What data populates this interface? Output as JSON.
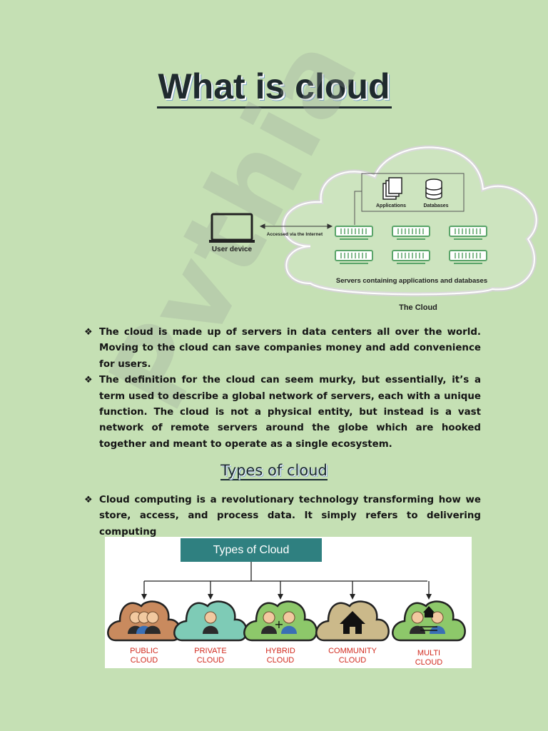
{
  "page": {
    "title": "What is cloud",
    "watermark": "Pvthia"
  },
  "cloud_diagram": {
    "user_device_label": "User device",
    "link_label": "Accessed via the Internet",
    "applications_label": "Applications",
    "databases_label": "Databases",
    "servers_label": "Servers containing applications and databases",
    "caption": "The Cloud"
  },
  "bullets_intro": [
    "The cloud is made up of servers in data centers all over the world. Moving to the cloud can save companies money and add convenience for users.",
    "The definition for the cloud can seem murky, but essentially, it’s a term used to describe a global network of servers, each with a unique function. The cloud is not a physical entity, but instead is a vast network of remote servers around the globe which are hooked together and meant to operate as a single ecosystem."
  ],
  "types_section": {
    "subtitle": "Types of cloud",
    "bullet": "Cloud computing is a revolutionary technology transforming how we store, access, and process data. It simply refers to delivering computing"
  },
  "types_diagram": {
    "header": "Types of Cloud",
    "types": [
      {
        "label": "PUBLIC CLOUD",
        "color": "#c98a5e",
        "icon": "people-group-icon"
      },
      {
        "label": "PRIVATE CLOUD",
        "color": "#7ecbb6",
        "icon": "person-icon"
      },
      {
        "label": "HYBRID CLOUD",
        "color": "#8dc86a",
        "icon": "person-plus-group-icon"
      },
      {
        "label": "COMMUNITY CLOUD",
        "color": "#cbb98a",
        "icon": "house-icon"
      },
      {
        "label": "MULTI CLOUD",
        "color": "#8dc86a",
        "icon": "house-exchange-group-icon"
      }
    ]
  },
  "colors": {
    "page_background": "#c5e0b4",
    "server_green": "#5aa469",
    "types_header": "#2f8080",
    "type_label_red": "#d12a1e"
  }
}
